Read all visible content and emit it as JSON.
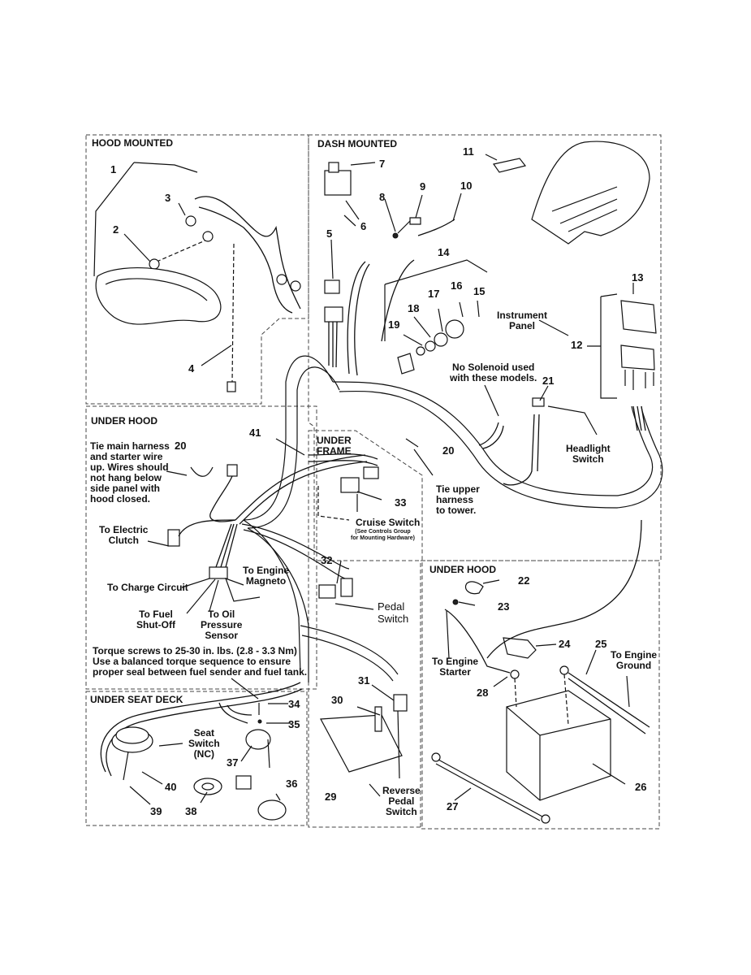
{
  "sections": {
    "hood_mounted": "HOOD MOUNTED",
    "dash_mounted": "DASH MOUNTED",
    "under_hood_left": "UNDER HOOD",
    "under_frame": "UNDER\nFRAME",
    "under_seat_deck": "UNDER SEAT DECK",
    "under_hood_right": "UNDER HOOD"
  },
  "parts": {
    "p1": "1",
    "p2": "2",
    "p3": "3",
    "p4": "4",
    "p5": "5",
    "p6": "6",
    "p7": "7",
    "p8": "8",
    "p9": "9",
    "p10": "10",
    "p11": "11",
    "p12": "12",
    "p13": "13",
    "p14": "14",
    "p15": "15",
    "p16": "16",
    "p17": "17",
    "p18": "18",
    "p19": "19",
    "p20a": "20",
    "p20b": "20",
    "p21": "21",
    "p22": "22",
    "p23": "23",
    "p24": "24",
    "p25": "25",
    "p26": "26",
    "p27": "27",
    "p28": "28",
    "p29": "29",
    "p30": "30",
    "p31": "31",
    "p32": "32",
    "p33": "33",
    "p34": "34",
    "p35": "35",
    "p36": "36",
    "p37": "37",
    "p38": "38",
    "p39": "39",
    "p40": "40",
    "p41": "41"
  },
  "callouts": {
    "instrument_panel": "Instrument\nPanel",
    "no_solenoid": "No Solenoid used\nwith these models.",
    "headlight_switch": "Headlight\nSwitch",
    "tie_main_harness": "Tie main harness\nand starter wire\nup. Wires should\nnot hang below\nside panel with\nhood closed.",
    "to_electric_clutch": "To Electric\nClutch",
    "to_charge_circuit": "To Charge Circuit",
    "to_engine_magneto": "To Engine\nMagneto",
    "to_fuel_shutoff": "To Fuel\nShut-Off",
    "to_oil_pressure": "To Oil\nPressure\nSensor",
    "torque_note": "Torque screws to 25-30 in. lbs. (2.8 - 3.3 Nm)\nUse a balanced torque sequence to ensure\nproper seal between fuel sender and fuel tank.",
    "tie_upper_harness": "Tie upper\nharness\nto tower.",
    "cruise_switch": "Cruise Switch",
    "cruise_note": "(See Controls Group\nfor Mounting Hardware)",
    "pedal_switch": "Pedal\nSwitch",
    "seat_switch": "Seat\nSwitch\n(NC)",
    "reverse_pedal_switch": "Reverse\nPedal\nSwitch",
    "to_engine_starter": "To Engine\nStarter",
    "to_engine_ground": "To Engine\nGround"
  }
}
